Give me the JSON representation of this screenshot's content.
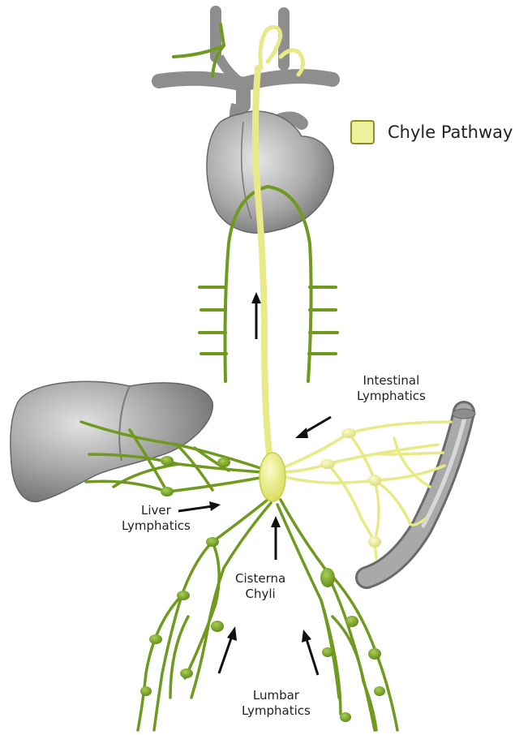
{
  "legend": {
    "label": "Chyle Pathway",
    "swatch_color": "#eef09a"
  },
  "labels": {
    "intestinal": [
      "Intestinal",
      "Lymphatics"
    ],
    "liver": [
      "Liver",
      "Lymphatics"
    ],
    "cisterna": [
      "Cisterna",
      "Chyli"
    ],
    "lumbar": [
      "Lumbar",
      "Lymphatics"
    ]
  },
  "colors": {
    "lymph_green": "#6f9a1f",
    "chyle_yellow": "#e7ea86",
    "organ_gray": "#9a9a9a",
    "arrow": "#111111"
  },
  "icons": [
    "heart",
    "liver",
    "intestine",
    "cisterna-chyli",
    "flow-arrow"
  ]
}
